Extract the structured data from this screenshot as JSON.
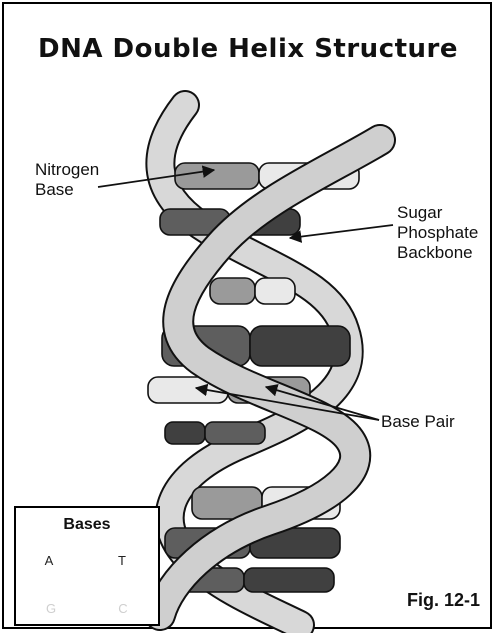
{
  "title": "DNA Double Helix Structure",
  "labels": {
    "nitrogen_base_line1": "Nitrogen",
    "nitrogen_base_line2": "Base",
    "sugar_line1": "Sugar",
    "sugar_line2": "Phosphate",
    "sugar_line3": "Backbone",
    "base_pair": "Base Pair"
  },
  "legend": {
    "title": "Bases",
    "bases": [
      "A",
      "T",
      "G",
      "C"
    ]
  },
  "figure_label": "Fig. 12-1",
  "colors": {
    "adenine": "#9a9a9a",
    "thymine": "#e9e9e9",
    "guanine": "#5e5e5e",
    "cytosine": "#404040",
    "backbone": "#cfcfcf",
    "outline": "#111111"
  }
}
